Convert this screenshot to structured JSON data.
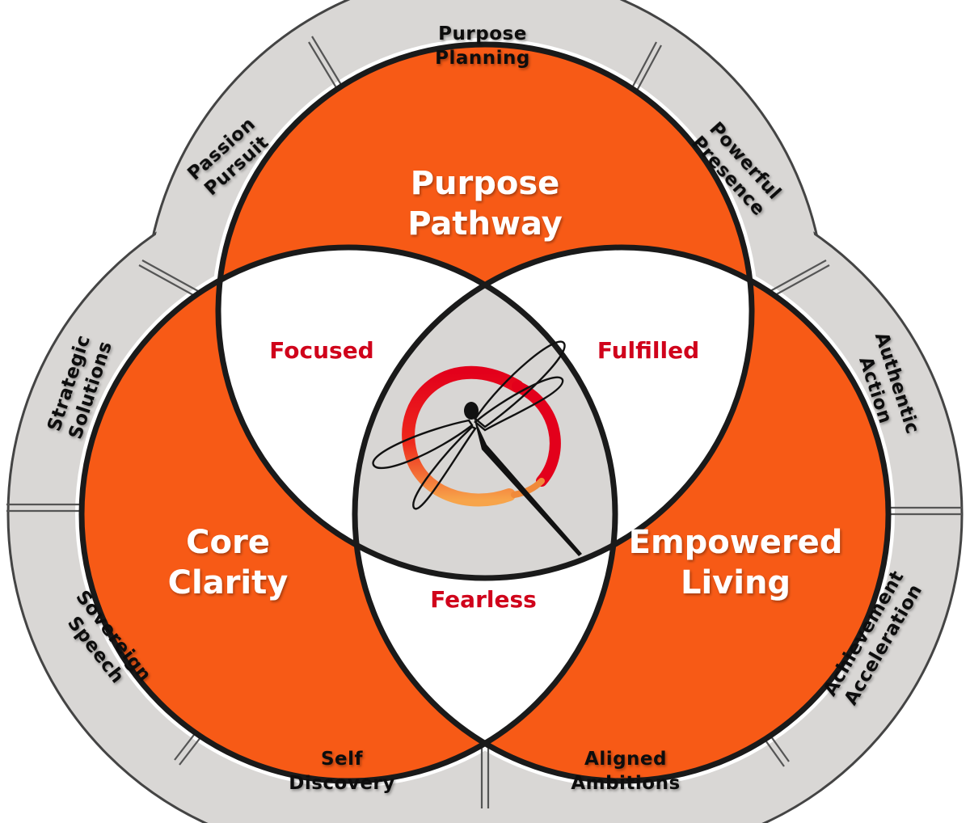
{
  "colors": {
    "orange": "#f75a16",
    "ring_gray": "#d9d7d5",
    "outline": "#1a1a1a",
    "lens_white": "#ffffff",
    "center_gray": "#d8d6d4",
    "lens_label": "#d0021b",
    "brush_red": "#e3001b",
    "brush_orange": "#f4a24a"
  },
  "circles": {
    "top": [
      "Purpose",
      "Pathway"
    ],
    "left": [
      "Core",
      "Clarity"
    ],
    "right": [
      "Empowered",
      "Living"
    ]
  },
  "lenses": {
    "top_left": "Focused",
    "top_right": "Fulfilled",
    "bottom": "Fearless"
  },
  "ring_segments": {
    "top": [
      "Purpose",
      "Planning"
    ],
    "top_left": [
      "Passion",
      "Pursuit"
    ],
    "top_right": [
      "Powerful",
      "Presence"
    ],
    "left_upper": [
      "Strategic",
      "Solutions"
    ],
    "left_lower": [
      "Sovereign",
      "Speech"
    ],
    "bottom_left": [
      "Self",
      "Discovery"
    ],
    "bottom_right": [
      "Aligned",
      "Ambitions"
    ],
    "right_upper": [
      "Authentic",
      "Action"
    ],
    "right_lower": [
      "Achievement",
      "Acceleration"
    ]
  },
  "center_icon": "dragonfly-enso-icon"
}
